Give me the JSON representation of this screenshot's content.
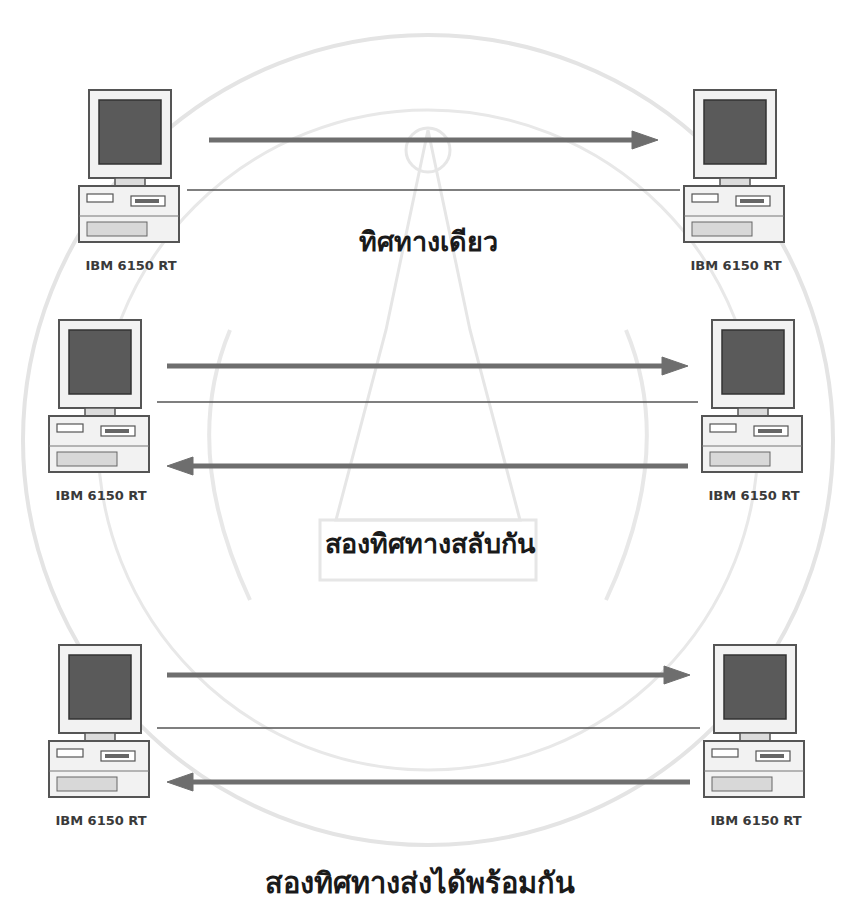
{
  "diagram": {
    "nodes": [
      {
        "text": [
          "IBM 6150 RT"
        ]
      },
      {
        "text": [
          "IBM 6150 RT"
        ]
      },
      {
        "text": [
          "IBM 6150 RT"
        ]
      },
      {
        "text": [
          "IBM 6150 RT"
        ]
      },
      {
        "text": [
          "IBM 6150 RT"
        ]
      },
      {
        "text": [
          "IBM 6150 RT"
        ]
      }
    ],
    "edges": [
      {
        "from": 0,
        "to": 1,
        "arrow": "to"
      },
      {
        "from": 0,
        "to": 1,
        "arrow": "none"
      },
      {
        "from": 2,
        "to": 3,
        "arrow": "to"
      },
      {
        "from": 2,
        "to": 3,
        "arrow": "none"
      },
      {
        "from": 3,
        "to": 2,
        "arrow": "to"
      },
      {
        "from": 4,
        "to": 5,
        "arrow": "to"
      },
      {
        "from": 4,
        "to": 5,
        "arrow": "none"
      },
      {
        "from": 5,
        "to": 4,
        "arrow": "to"
      }
    ],
    "labels": [
      "ทิศทางเดียว",
      "สองทิศทางสลับกัน",
      "สองทิศทางส่งได้พร้อมกัน"
    ]
  }
}
